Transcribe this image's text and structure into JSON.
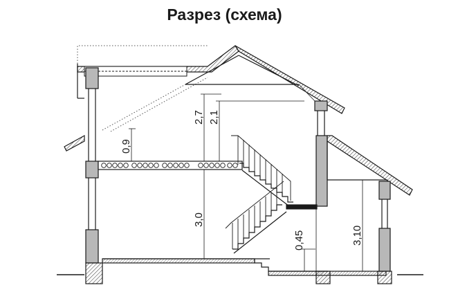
{
  "title": "Разрез (схема)",
  "dimensions": {
    "upper_floor_height": "2,7",
    "upper_wall_height": "2,1",
    "parapet_height": "0,9",
    "ground_floor_height": "3,0",
    "floor_step_height": "0,45",
    "annex_height": "3,10"
  },
  "colors": {
    "line": "#1a1a1a",
    "wall_fill": "#b8b8b8",
    "hatch": "#555555"
  }
}
